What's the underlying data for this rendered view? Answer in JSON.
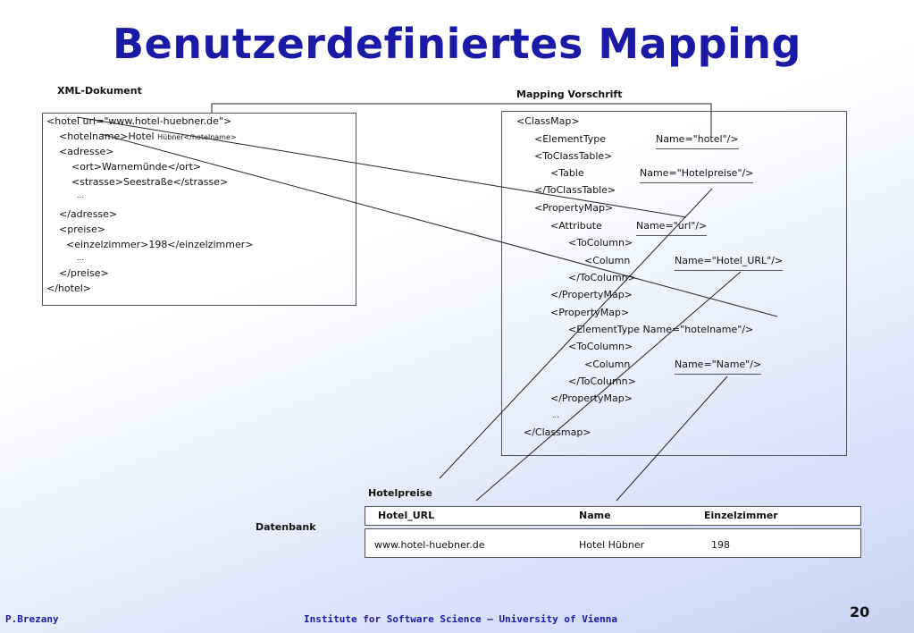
{
  "title": "Benutzerdefiniertes Mapping",
  "xml_doc": {
    "label": "XML-Dokument",
    "lines": [
      "<hotel url=\"www.hotel-huebner.de\">",
      "<hotelname>Hotel",
      "<adresse>",
      "<ort>Warnemünde</ort>",
      "<strasse>Seestraße</strasse>",
      "...",
      "</adresse>",
      "<preise>",
      "<einzelzimmer>198</einzelzimmer>",
      "...",
      "</preise>",
      "</hotel>"
    ],
    "hotelname_small": "Hübner</hotelname>"
  },
  "mapping": {
    "label": "Mapping Vorschrift",
    "lines": [
      "<ClassMap>",
      "<ElementType",
      "<ToClassTable>",
      "<Table",
      "</ToClassTable>",
      "<PropertyMap>",
      "<Attribute",
      "<ToColumn>",
      "<Column",
      "</ToColumn>",
      "</PropertyMap>",
      "<PropertyMap>",
      "<ElementType Name=\"hotelname\"/>",
      "<ToColumn>",
      "<Column",
      "</ToColumn>",
      "</PropertyMap>",
      "...",
      "</Classmap>"
    ],
    "names": {
      "element_type": "Name=\"hotel\"/>",
      "table": "Name=\"Hotelpreise\"/>",
      "attribute": "Name=\"url\"/>",
      "column_url": "Name=\"Hotel_URL\"/>",
      "column_name": "Name=\"Name\"/>"
    }
  },
  "database": {
    "label": "Datenbank",
    "table_name": "Hotelpreise",
    "headers": [
      "Hotel_URL",
      "Name",
      "Einzelzimmer"
    ],
    "row": [
      "www.hotel-huebner.de",
      "Hotel Hübner",
      "198"
    ]
  },
  "footer": {
    "author": "P.Brezany",
    "institute": "Institute for Software Science – University of Vienna",
    "page": "20"
  }
}
